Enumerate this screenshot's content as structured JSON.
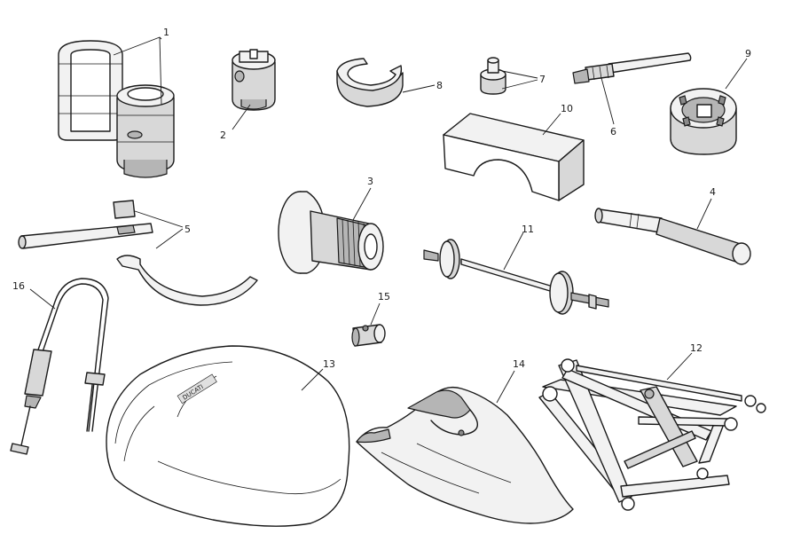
{
  "diagram": {
    "background": "#ffffff",
    "line_color": "#1a1a1a",
    "callouts": [
      "1",
      "2",
      "3",
      "4",
      "5",
      "6",
      "7",
      "8",
      "9",
      "10",
      "11",
      "12",
      "13",
      "14",
      "15",
      "16"
    ],
    "cover_lettering": "DUCATI"
  }
}
